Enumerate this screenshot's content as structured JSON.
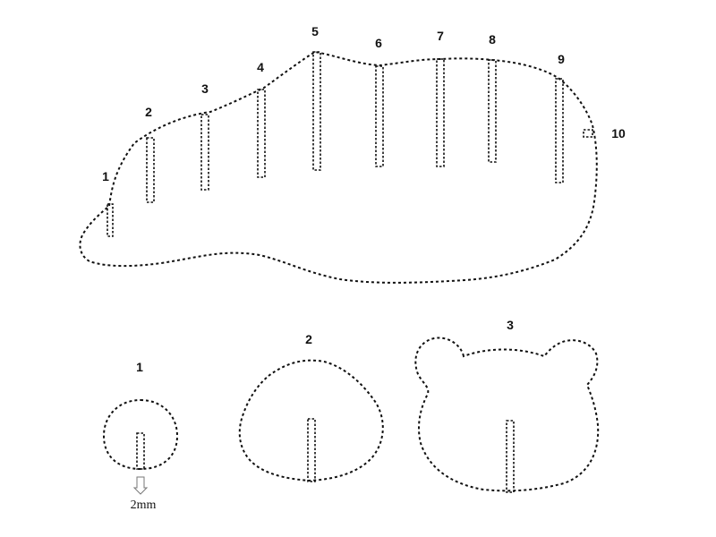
{
  "main_piece": {
    "slot_labels": [
      "1",
      "2",
      "3",
      "4",
      "5",
      "6",
      "7",
      "8",
      "9",
      "10"
    ]
  },
  "small_pieces": {
    "labels": [
      "1",
      "2",
      "3"
    ]
  },
  "dimension_note": "2mm"
}
